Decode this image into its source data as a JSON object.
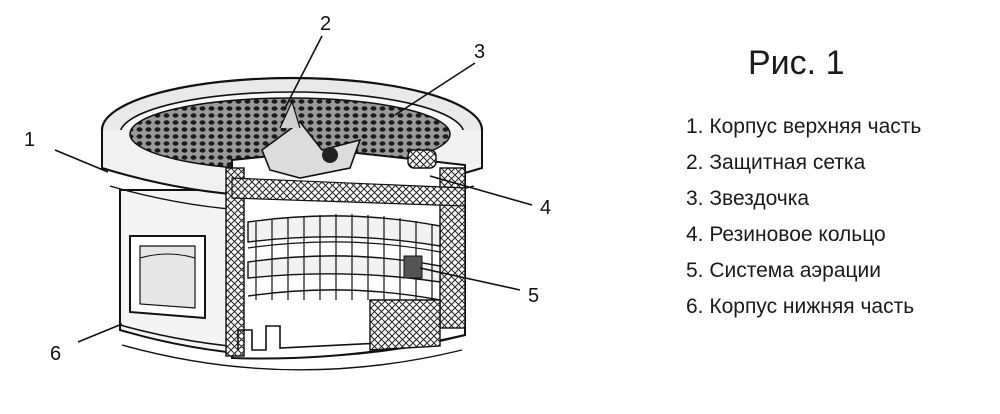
{
  "figure": {
    "title": "Рис. 1",
    "callouts": [
      "1",
      "2",
      "3",
      "4",
      "5",
      "6"
    ],
    "legend": [
      "1. Корпус верхняя часть",
      "2. Защитная сетка",
      "3. Звездочка",
      "4. Резиновое кольцо",
      "5. Система аэрации",
      "6. Корпус нижняя часть"
    ]
  }
}
